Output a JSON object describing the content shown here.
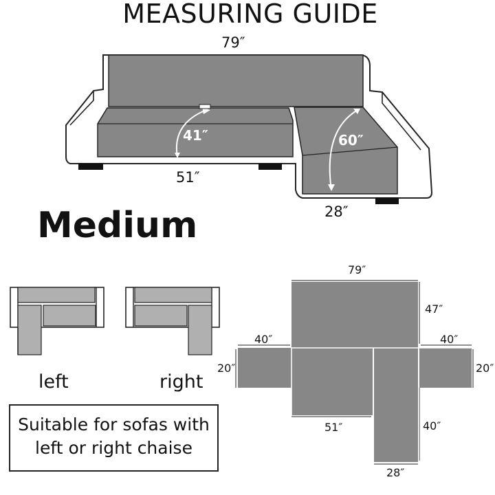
{
  "title": "MEASURING GUIDE",
  "size": "Medium",
  "sofa": {
    "back_width": "79″",
    "seat_depth": "41″",
    "seat_width": "51″",
    "chaise_length": "60″",
    "chaise_width": "28″"
  },
  "orientations": {
    "left_label": "left",
    "right_label": "right"
  },
  "note": {
    "line1": "Suitable for sofas with",
    "line2": "left or right chaise"
  },
  "layout": {
    "back_width": "79″",
    "back_height": "47″",
    "left_arm_width": "40″",
    "left_arm_height": "20″",
    "right_arm_width": "40″",
    "right_arm_height": "20″",
    "seat_width": "51″",
    "chaise_length": "40″",
    "chaise_width": "28″"
  },
  "colors": {
    "cover": "#878787",
    "light_panel": "#b0b0b0",
    "outline": "#222222"
  }
}
